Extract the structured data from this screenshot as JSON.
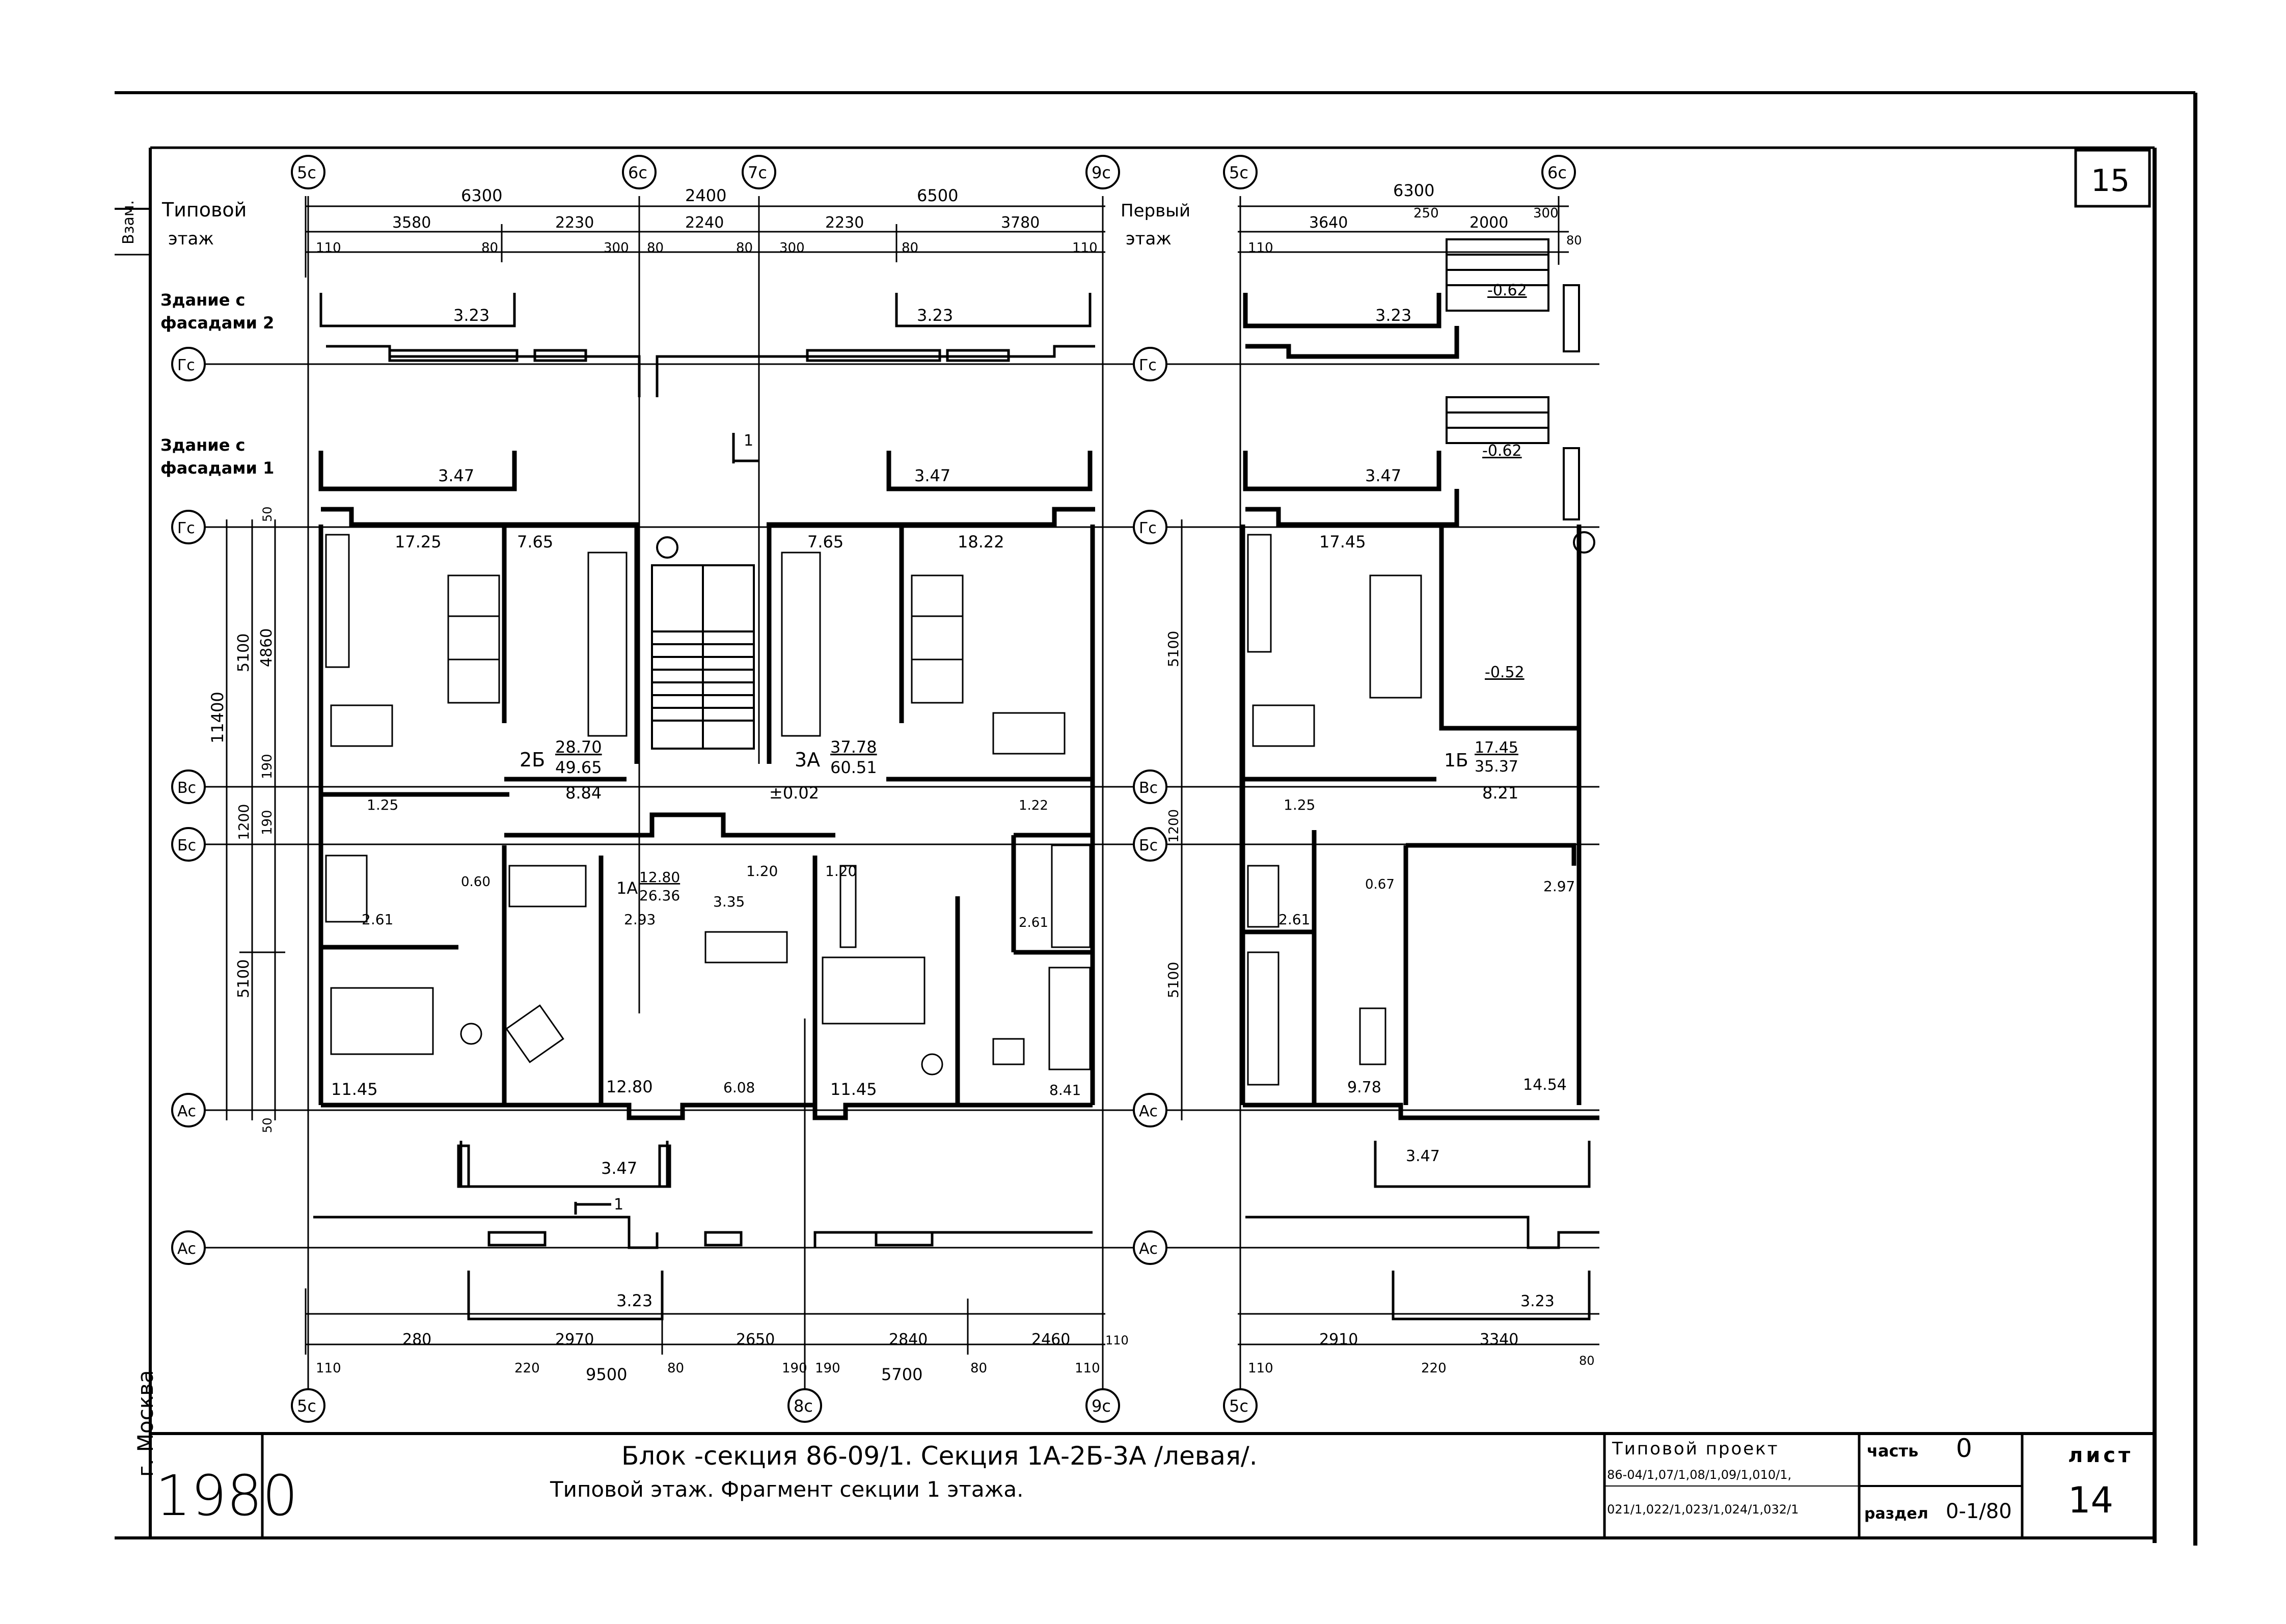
{
  "sheet": {
    "corner_number": "15",
    "stamp_left": "Взам.",
    "city": "г. Москва",
    "year": "1980"
  },
  "title_block": {
    "line1": "Блок -секция   86-09/1. Секция 1А-2Б-3А /левая/.",
    "line2": "Типовой этаж.   Фрагмент секции 1 этажа.",
    "project_label": "Типовой проект",
    "project_codes_1": "86-04/1,07/1,08/1,09/1,010/1,",
    "project_codes_2": "021/1,022/1,023/1,024/1,032/1",
    "part_label": "часть",
    "part_value": "0",
    "section_label": "раздел",
    "section_value": "0-1/80",
    "sheet_label": "лист",
    "sheet_value": "14"
  },
  "typical_floor": {
    "heading": [
      "Типовой",
      "этаж"
    ],
    "buildings_2": [
      "Здание с",
      "фасадами 2"
    ],
    "buildings_1": [
      "Здание с",
      "фасадами 1"
    ],
    "axes_top": [
      "5с",
      "6с",
      "7с",
      "9с"
    ],
    "axes_bottom": [
      "5с",
      "8с",
      "9с"
    ],
    "axes_left": [
      "Гс",
      "Гс",
      "Вс",
      "Бс",
      "Ас",
      "Ас"
    ],
    "dims_top_1": [
      "6300",
      "2400",
      "6500"
    ],
    "dims_top_2": [
      "3580",
      "2230",
      "2240",
      "2230",
      "3780"
    ],
    "dims_top_3": [
      "110",
      "80",
      "300",
      "80",
      "80",
      "300",
      "80",
      "110"
    ],
    "dims_bottom_1": [
      "280",
      "2970",
      "2650",
      "2840",
      "2460",
      "110"
    ],
    "dims_bottom_2": [
      "110",
      "220",
      "9500",
      "80",
      "190",
      "190",
      "5700",
      "80",
      "110"
    ],
    "dims_left": [
      "11400",
      "5100",
      "4860",
      "190",
      "1200",
      "190",
      "5100",
      "50",
      "50"
    ],
    "section_mark": "1",
    "section_mark_bottom": "1",
    "apartments": [
      {
        "type": "2Б",
        "living": "28.70",
        "total": "49.65"
      },
      {
        "type": "3А",
        "living": "37.78",
        "total": "60.51"
      },
      {
        "type": "1А",
        "living": "12.80",
        "total": "26.36"
      }
    ],
    "areas": [
      "3.23",
      "3.23",
      "3.47",
      "3.47",
      "17.25",
      "7.65",
      "7.65",
      "18.22",
      "8.84",
      "±0.02",
      "1.25",
      "1.20",
      "1.20",
      "1.22",
      "0.60",
      "2.61",
      "2.93",
      "3.35",
      "2.61",
      "11.45",
      "12.80",
      "6.08",
      "11.45",
      "8.41",
      "3.47",
      "3.23"
    ]
  },
  "first_floor": {
    "heading": [
      "Первый",
      "этаж"
    ],
    "axes_top": [
      "5с",
      "6с"
    ],
    "axes_bottom": [
      "5с"
    ],
    "axes_left": [
      "Гс",
      "Гс",
      "Вс",
      "Бс",
      "Ас",
      "Ас"
    ],
    "dims_top_1": [
      "6300"
    ],
    "dims_top_2": [
      "3640",
      "250",
      "2000",
      "300"
    ],
    "dims_top_3": [
      "110",
      "80"
    ],
    "dims_bottom_1": [
      "2910",
      "3340"
    ],
    "dims_bottom_2": [
      "110",
      "220",
      "80"
    ],
    "dims_left": [
      "5100",
      "1200",
      "5100"
    ],
    "levels": [
      "-0.62",
      "-0.62",
      "-0.52"
    ],
    "apartments": [
      {
        "type": "1Б",
        "living": "17.45",
        "total": "35.37"
      }
    ],
    "areas": [
      "3.23",
      "3.47",
      "17.45",
      "8.21",
      "1.25",
      "0.67",
      "2.61",
      "2.97",
      "9.78",
      "14.54",
      "3.47",
      "3.23"
    ]
  }
}
